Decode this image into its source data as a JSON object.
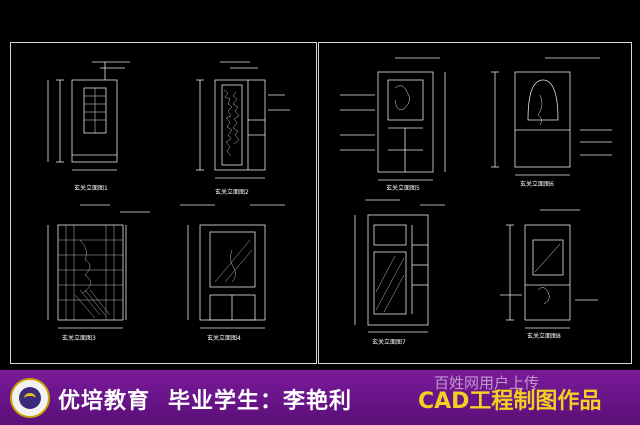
{
  "drawing_captions": {
    "left_top_1": "玄关立面图1",
    "left_top_2": "玄关立面图2",
    "left_bottom_1": "玄关立面图3",
    "left_bottom_2": "玄关立面图4",
    "right_top_1": "玄关立面图5",
    "right_top_2": "玄关立面图6",
    "right_bottom_1": "玄关立面图7",
    "right_bottom_2": "玄关立面图8"
  },
  "banner": {
    "org": "优培教育",
    "student": "毕业学生：李艳利",
    "cad": "CAD工程制图作品"
  },
  "watermark": "百姓网用户上传",
  "colors": {
    "background": "#000000",
    "lines": "#d8d8d8",
    "banner": "#6a1488",
    "cad_text": "#f0d020"
  }
}
